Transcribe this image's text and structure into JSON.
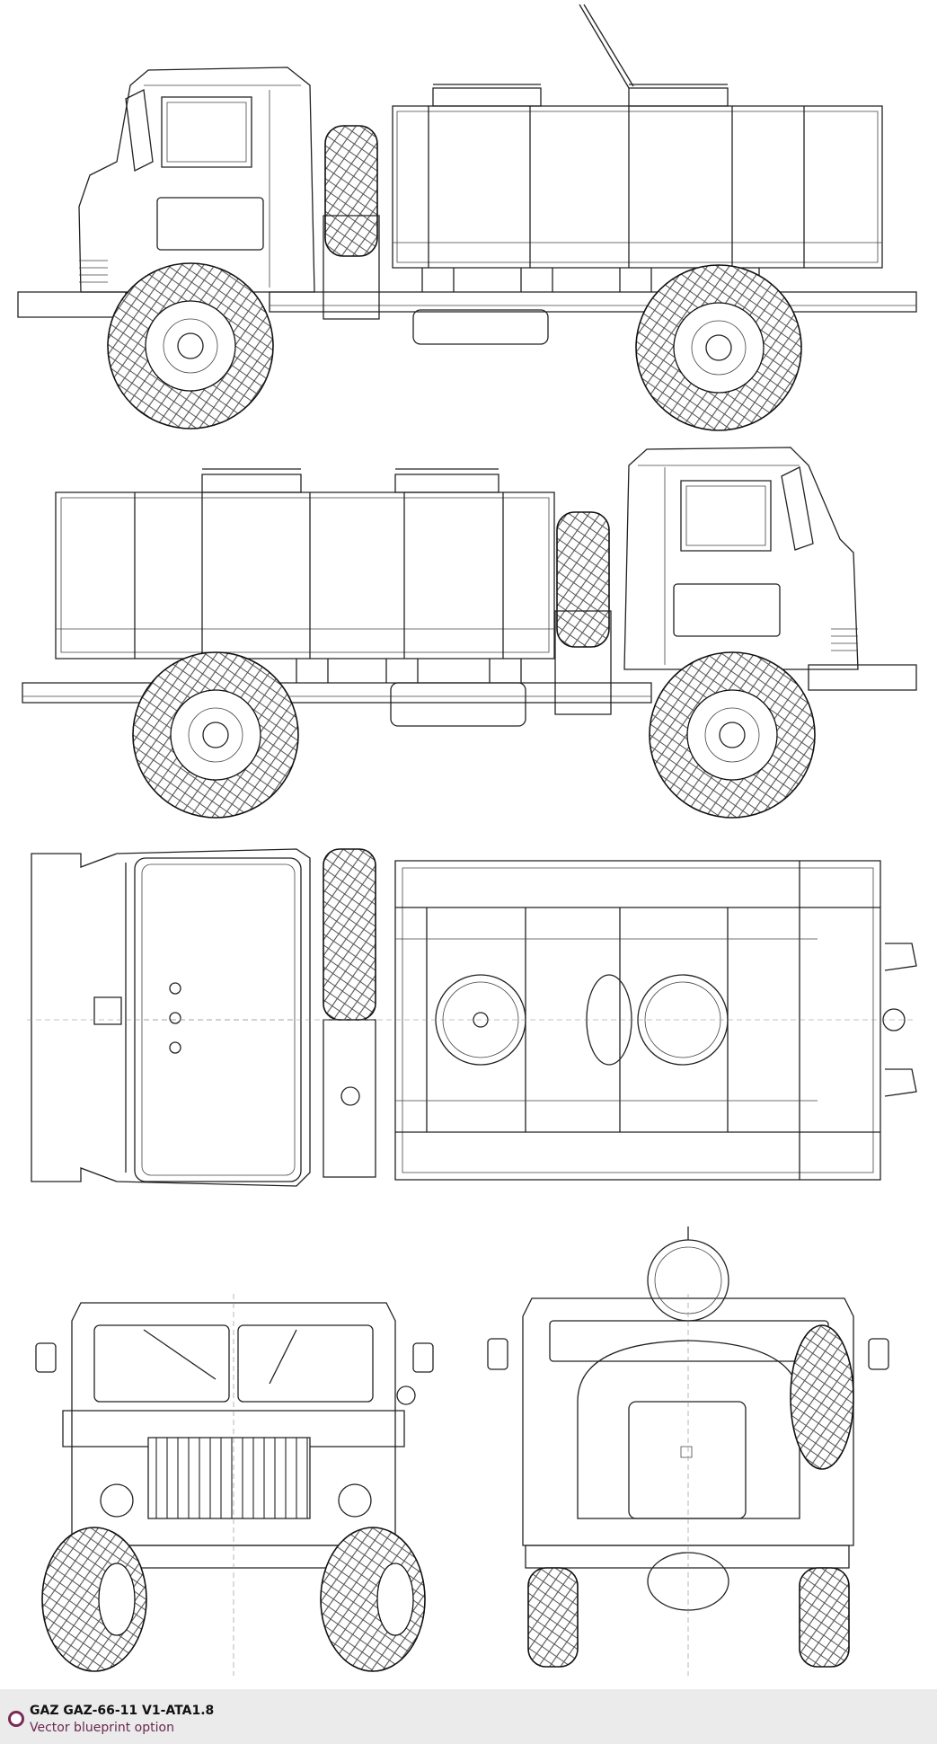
{
  "footer": {
    "title": "GAZ GAZ-66-11 V1-ATA1.8",
    "subtitle": "Vector blueprint option",
    "accent_color": "#7a2a55",
    "background_color": "#ebebeb",
    "logo_icon": "ring-logo-icon"
  },
  "views": [
    "left-side-view",
    "right-side-view",
    "top-view",
    "front-view",
    "rear-view"
  ]
}
